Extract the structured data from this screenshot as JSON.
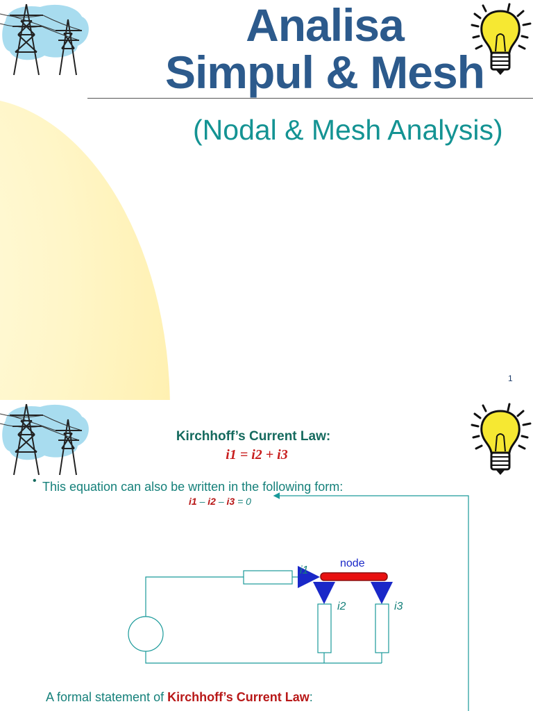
{
  "slide1": {
    "title_line1": "Analisa",
    "title_line2": "Simpul & Mesh",
    "subtitle": "(Nodal & Mesh Analysis)",
    "page_number": "1"
  },
  "slide2": {
    "kcl_title": "Kirchhoff’s Current Law:",
    "kcl_equation": "i1 = i2 + i3",
    "bullet_text": "This equation can also be written in the following form:",
    "equation2": {
      "i1": "i1",
      "minus1": " – ",
      "i2": "i2",
      "minus2": " – ",
      "i3": "i3",
      "rest": "  = 0"
    },
    "diagram_labels": {
      "node": "node",
      "i1": "i1",
      "i2": "i2",
      "i3": "i3"
    },
    "formal_prefix": "A formal statement of ",
    "formal_bold": "Kirchhoff’s Current Law",
    "formal_suffix": ":"
  },
  "colors": {
    "title_blue": "#2c5a8c",
    "teal_text": "#149393",
    "red_equation": "#c81e1e",
    "circuit_wire": "#1a9a9a",
    "arrow_blue": "#1a28c8",
    "node_red": "#e81010"
  },
  "icons": [
    "power-tower-icon",
    "light-bulb-icon"
  ]
}
